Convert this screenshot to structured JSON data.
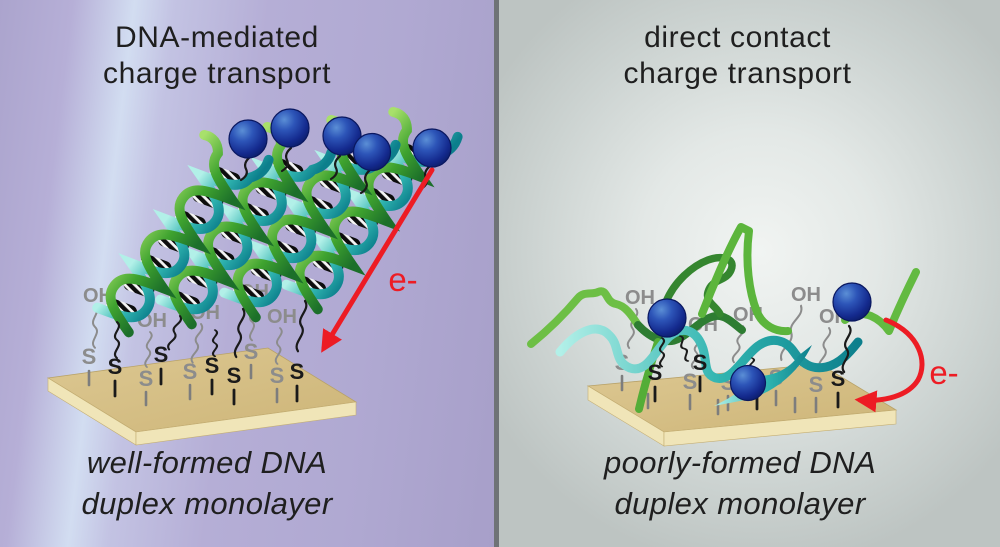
{
  "left_panel": {
    "title_lines": [
      "DNA-mediated",
      "charge transport"
    ],
    "caption_lines": [
      "well-formed DNA",
      "duplex monolayer"
    ],
    "electron_label": "e-"
  },
  "right_panel": {
    "title_lines": [
      "direct contact",
      "charge transport"
    ],
    "caption_lines": [
      "poorly-formed DNA",
      "duplex monolayer"
    ],
    "electron_label": "e-"
  },
  "chem_labels": {
    "thiol": "S",
    "hydroxyl": "OH"
  },
  "colors": {
    "left_background": "#b5aed6",
    "left_sheen": "#d2ddf1",
    "right_background": "#c2c9c7",
    "right_sheen": "#f0f3f1",
    "divider": "#6f7376",
    "gold_surface_top": "#d5bf87",
    "gold_surface_front": "#f0e5b8",
    "dna_green": "#46a22f",
    "dna_teal": "#2eb3af",
    "probe_blue": "#1c3694",
    "electron_arrow_red": "#ed1c24",
    "label_gray": "#8c8c8c",
    "text_black": "#1f1f1f"
  }
}
